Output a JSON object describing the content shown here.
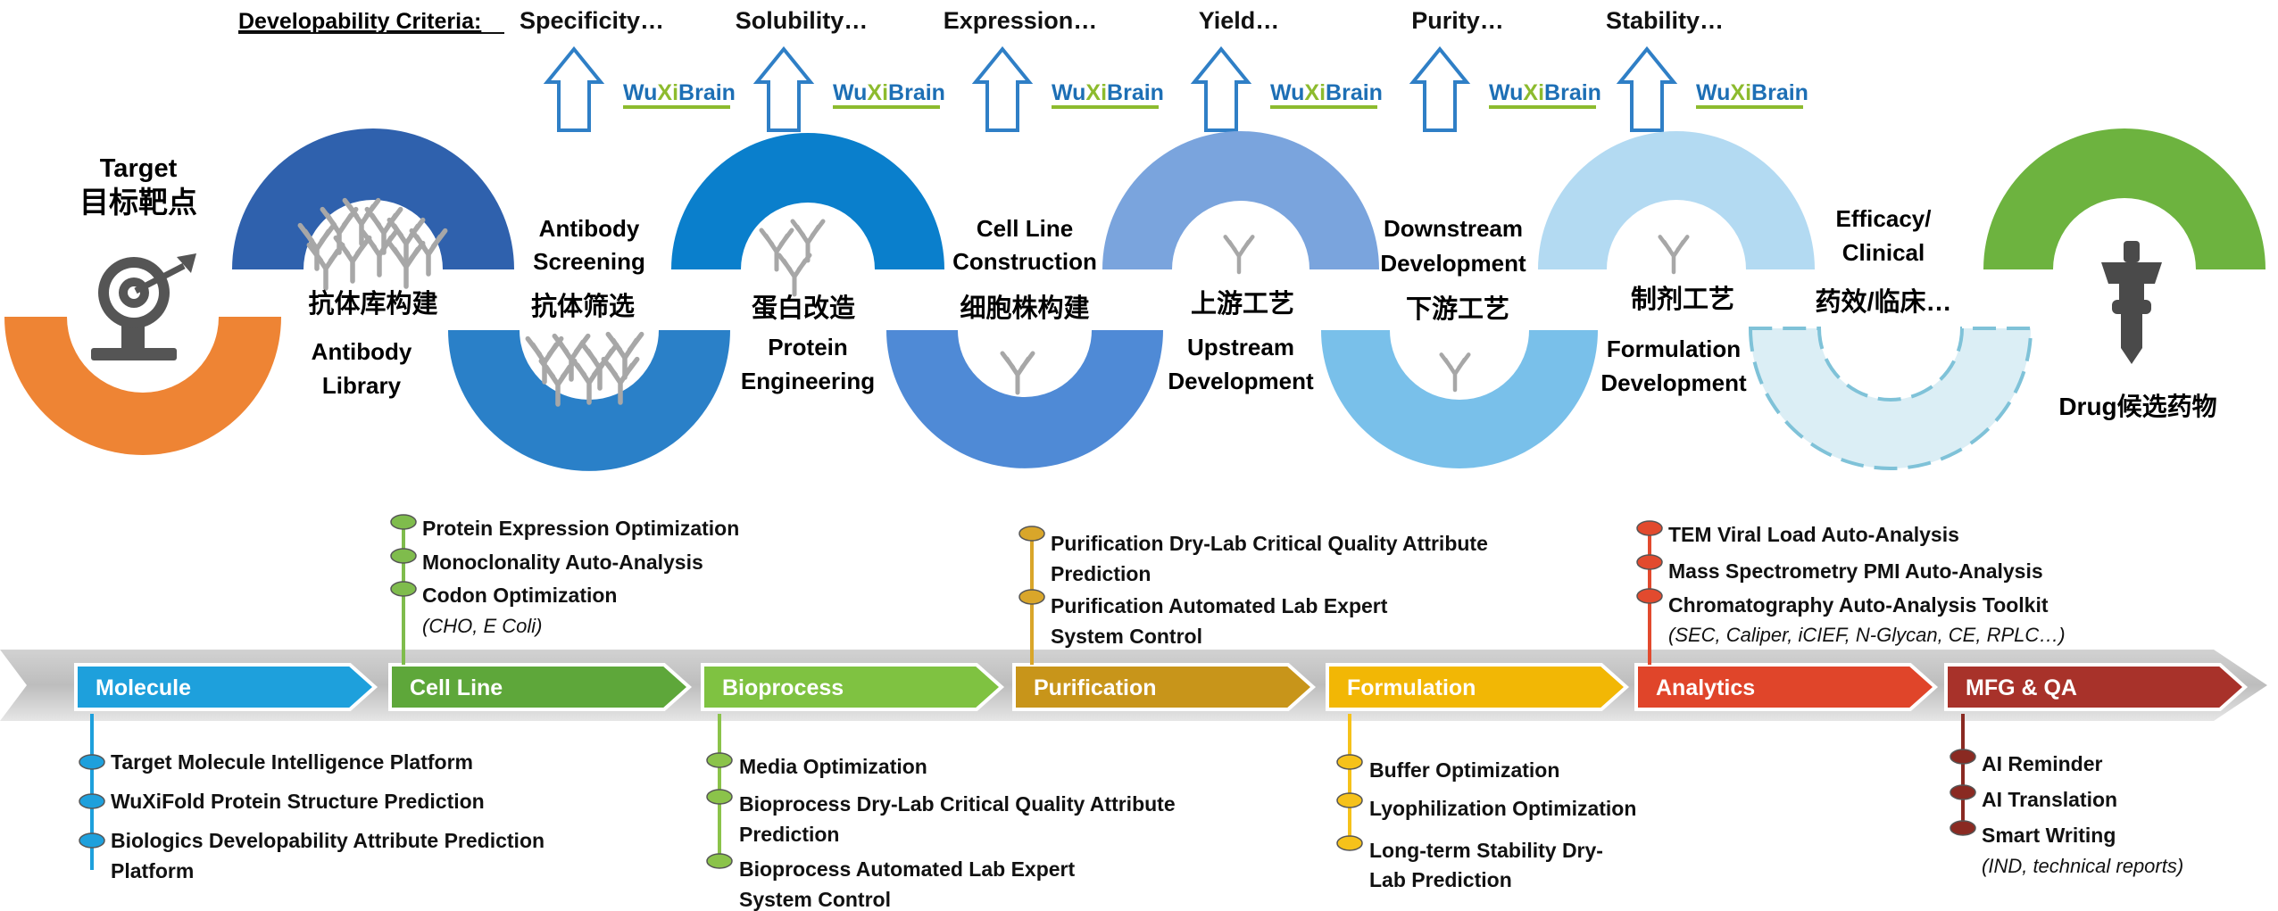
{
  "criteria": {
    "heading": "Developability Criteria:",
    "items": [
      "Specificity…",
      "Solubility…",
      "Expression…",
      "Yield…",
      "Purity…",
      "Stability…"
    ],
    "logo": {
      "wu": "Wu",
      "xi": "Xi",
      "brain": "Brain"
    }
  },
  "pipeline": {
    "target": {
      "en": "Target",
      "zh": "目标靶点"
    },
    "drug": "Drug候选药物",
    "stages": [
      {
        "zh": "抗体库构建",
        "en1": "Antibody",
        "en2": "Library",
        "color": "#2f61ad"
      },
      {
        "zh": "抗体筛选",
        "en1": "Antibody",
        "en2": "Screening",
        "color": "#2a80c8"
      },
      {
        "zh": "蛋白改造",
        "en1": "Protein",
        "en2": "Engineering",
        "color": "#0a7fcc"
      },
      {
        "zh": "细胞株构建",
        "en1": "Cell Line",
        "en2": "Construction",
        "color": "#4f8ad6"
      },
      {
        "zh": "上游工艺",
        "en1": "Upstream",
        "en2": "Development",
        "color": "#7aa4dd"
      },
      {
        "zh": "下游工艺",
        "en1": "Downstream",
        "en2": "Development",
        "color": "#79c0ea"
      },
      {
        "zh": "制剂工艺",
        "en1": "Formulation",
        "en2": "Development",
        "color": "#b3daf2"
      },
      {
        "zh": "药效/临床…",
        "en1": "Efficacy/",
        "en2": "Clinical",
        "color": "#dbeef5"
      }
    ],
    "colors": {
      "target": "#ee8434",
      "drug": "#6db33f"
    }
  },
  "platforms": [
    {
      "label": "Molecule",
      "color": "#1ea0dc",
      "dot": "#1ea0dc",
      "items": [
        "Target Molecule Intelligence Platform",
        "WuXiFold Protein Structure Prediction",
        "Biologics Developability Attribute Prediction",
        "Platform"
      ]
    },
    {
      "label": "Cell Line",
      "color": "#5ea73a",
      "dot": "#7fbc4c",
      "items": [
        "Protein Expression Optimization",
        "Monoclonality Auto-Analysis",
        "Codon Optimization"
      ],
      "note": "(CHO, E Coli)"
    },
    {
      "label": "Bioprocess",
      "color": "#7fc241",
      "dot": "#8bc34a",
      "items": [
        "Media Optimization",
        "Bioprocess Dry-Lab Critical Quality Attribute",
        "Prediction",
        "Bioprocess Automated Lab Expert",
        "System Control"
      ]
    },
    {
      "label": "Purification",
      "color": "#c8951a",
      "dot": "#d9a62a",
      "items": [
        "Purification Dry-Lab Critical Quality Attribute",
        "Prediction",
        "Purification Automated Lab Expert",
        "System Control"
      ]
    },
    {
      "label": "Formulation",
      "color": "#f2b705",
      "dot": "#f6c21a",
      "items": [
        "Buffer Optimization",
        "Lyophilization Optimization",
        "Long-term Stability Dry-",
        "Lab Prediction"
      ]
    },
    {
      "label": "Analytics",
      "color": "#e0452a",
      "dot": "#e24a2e",
      "items": [
        "TEM Viral Load Auto-Analysis",
        "Mass Spectrometry PMI Auto-Analysis",
        "Chromatography Auto-Analysis Toolkit"
      ],
      "note": "(SEC, Caliper, iCIEF, N-Glycan, CE, RPLC…)"
    },
    {
      "label": "MFG & QA",
      "color": "#a8322a",
      "dot": "#8a2a22",
      "items": [
        "AI Reminder",
        "AI Translation",
        "Smart Writing"
      ],
      "note": "(IND, technical reports)"
    }
  ]
}
